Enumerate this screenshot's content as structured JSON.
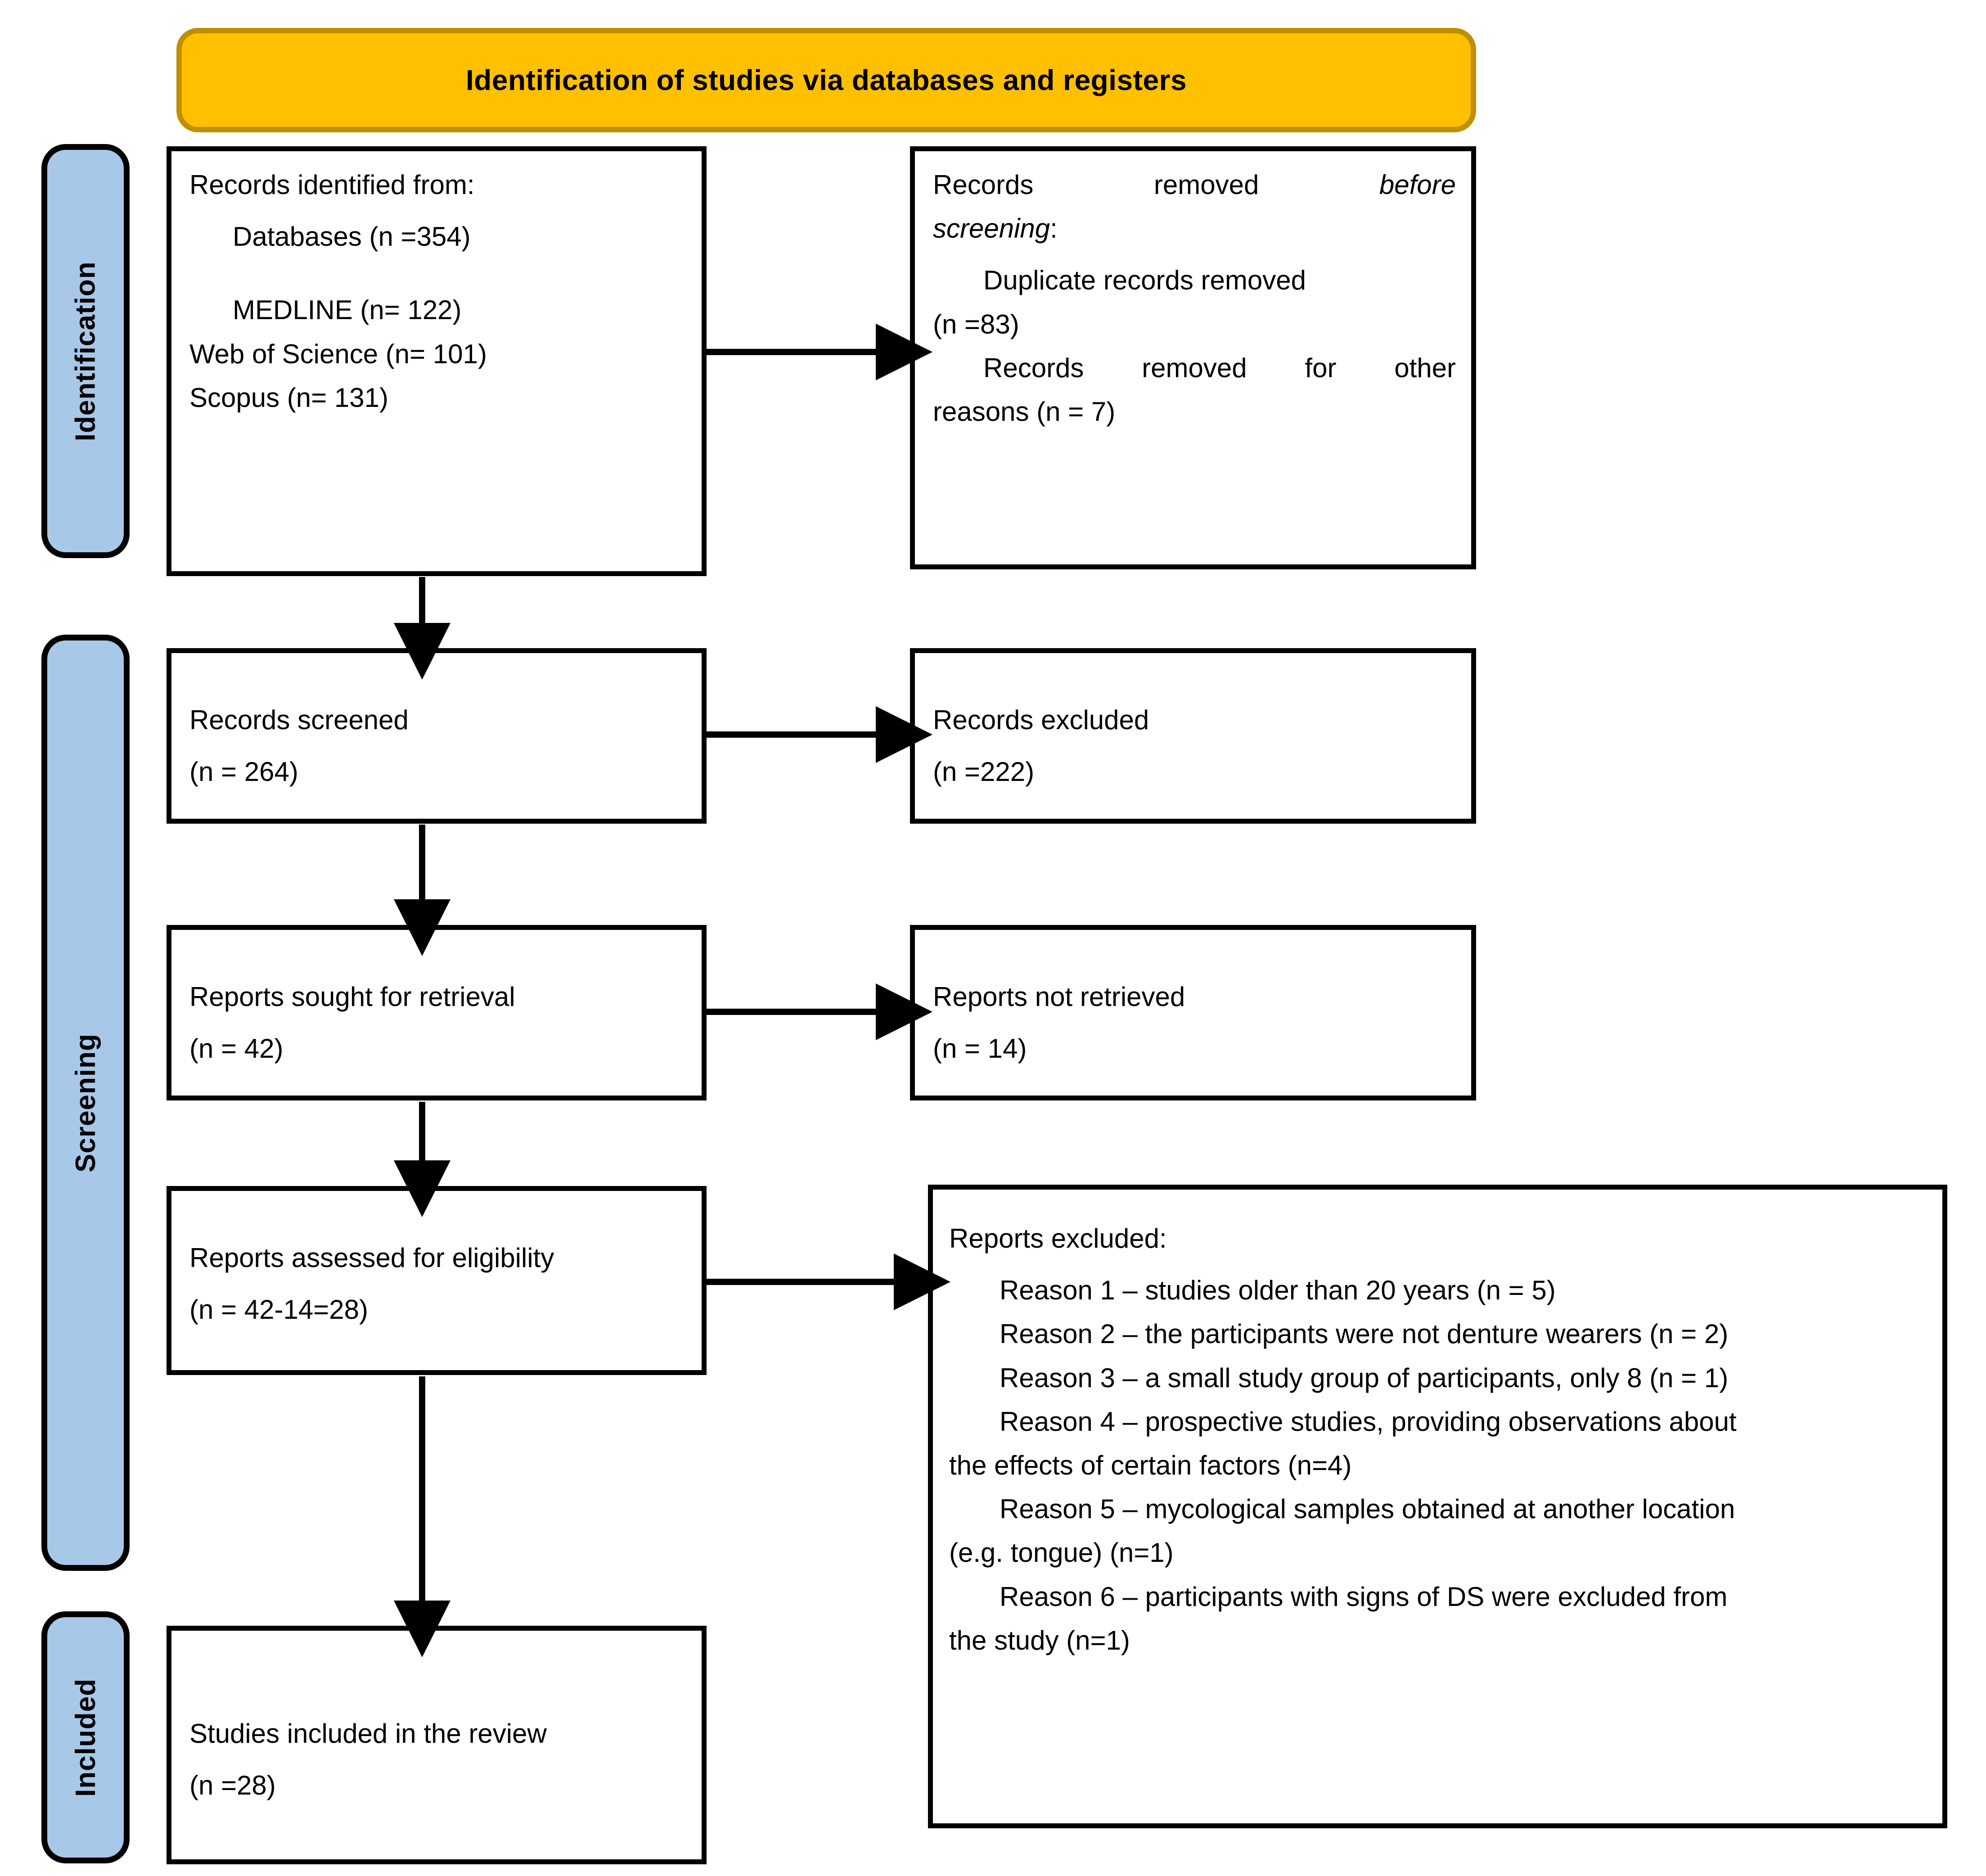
{
  "header": {
    "title": "Identification of studies via databases and registers",
    "fill_color": "#FFC000",
    "border_color": "#BF8F00"
  },
  "stages": {
    "fill_color": "#A8C8E8",
    "identification": "Identification",
    "screening": "Screening",
    "included": "Included"
  },
  "boxes": {
    "records_identified": {
      "title": "Records identified from:",
      "databases": "Databases (n =354)",
      "medline": "MEDLINE (n= 122)",
      "web_of_science": "Web of Science (n= 101)",
      "scopus": "Scopus (n= 131)"
    },
    "records_removed": {
      "line1_a": "Records",
      "line1_b": "removed",
      "line1_c": "before",
      "line2": "screening",
      "line2_colon": ":",
      "duplicate_label": "Duplicate records removed",
      "duplicate_n": "(n =83)",
      "other_a": "Records",
      "other_b": "removed",
      "other_c": "for",
      "other_d": "other",
      "other_reasons_n": "reasons (n = 7)"
    },
    "records_screened": {
      "title": "Records screened",
      "n": "(n = 264)"
    },
    "records_excluded": {
      "title": "Records excluded",
      "n": "(n =222)"
    },
    "reports_sought": {
      "title": "Reports sought for retrieval",
      "n": "(n = 42)"
    },
    "reports_not_retrieved": {
      "title": "Reports not retrieved",
      "n": "(n = 14)"
    },
    "reports_assessed": {
      "title": "Reports assessed for eligibility",
      "n": "(n = 42-14=28)"
    },
    "reports_excluded": {
      "title": "Reports excluded:",
      "reason1": "Reason 1 – studies older than 20 years (n = 5)",
      "reason2": "Reason 2 – the participants were not denture wearers (n = 2)",
      "reason3": "Reason 3 – a small study group of participants, only 8 (n = 1)",
      "reason4_line1": "Reason 4 – prospective studies, providing observations about",
      "reason4_line2": "the effects of certain factors (n=4)",
      "reason5_line1": "Reason 5 – mycological samples obtained at another location",
      "reason5_line2": "(e.g. tongue) (n=1)",
      "reason6_line1": "Reason 6 – participants with signs of DS were excluded from",
      "reason6_line2": "the study (n=1)"
    },
    "studies_included": {
      "title": "Studies included in the review",
      "n": "(n =28)"
    }
  }
}
